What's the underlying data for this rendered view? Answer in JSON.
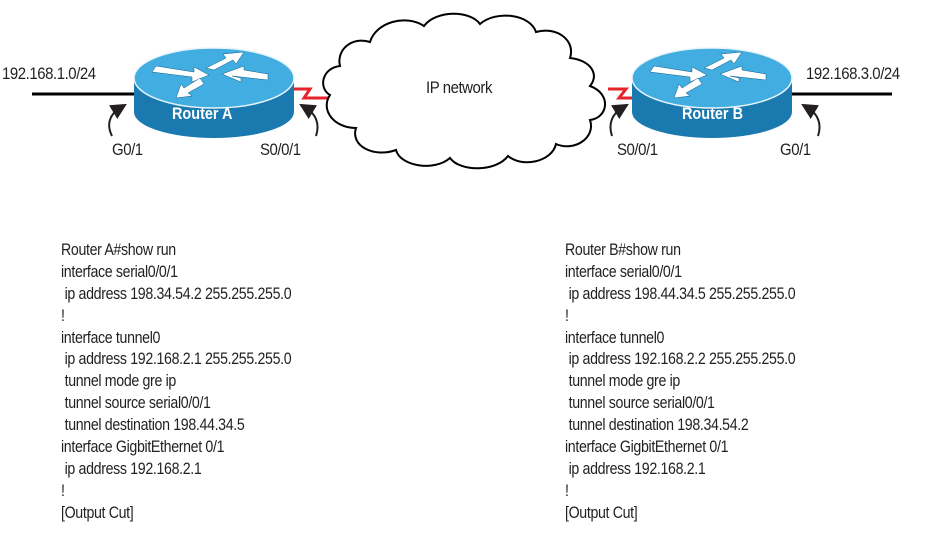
{
  "diagram": {
    "title": "GRE tunnel between Router A and Router B over IP network",
    "colors": {
      "router_top": "#41ade0",
      "router_side": "#1a7ab0",
      "router_rim": "#0f5f8c",
      "serial_link": "#e5232a",
      "ethernet_link": "#000000",
      "text": "#231f20"
    },
    "router_a": {
      "name": "Router A",
      "lan_network": "192.168.1.0/24",
      "lan_interface": "G0/1",
      "wan_interface": "S0/0/1"
    },
    "router_b": {
      "name": "Router B",
      "lan_network": "192.168.3.0/24",
      "lan_interface": "G0/1",
      "wan_interface": "S0/0/1"
    },
    "cloud": {
      "label": "IP network"
    }
  },
  "configs": {
    "router_a": [
      "Router A#show run",
      "interface serial0/0/1",
      " ip address 198.34.54.2 255.255.255.0",
      "!",
      "interface tunnel0",
      " ip address 192.168.2.1 255.255.255.0",
      " tunnel mode gre ip",
      " tunnel source serial0/0/1",
      " tunnel destination 198.44.34.5",
      "interface GigbitEthernet 0/1",
      " ip address 192.168.2.1",
      "!",
      "[Output Cut]"
    ],
    "router_b": [
      "Router B#show run",
      "interface serial0/0/1",
      " ip address 198.44.34.5 255.255.255.0",
      "!",
      "interface tunnel0",
      " ip address 192.168.2.2 255.255.255.0",
      " tunnel mode gre ip",
      " tunnel source serial0/0/1",
      " tunnel destination 198.34.54.2",
      "interface GigbitEthernet 0/1",
      " ip address 192.168.2.1",
      "!",
      "[Output Cut]"
    ]
  }
}
